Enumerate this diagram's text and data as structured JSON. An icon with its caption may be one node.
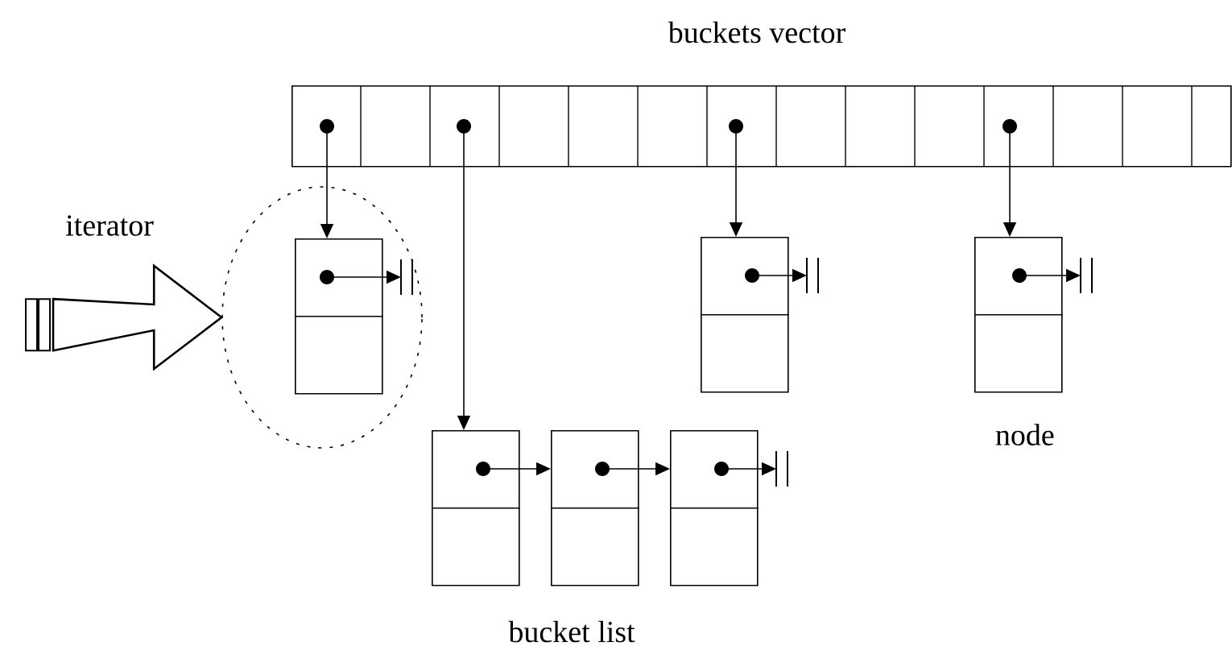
{
  "diagram": {
    "nodes": [
      {
        "text": [
          "buckets vector"
        ]
      },
      {
        "text": [
          "iterator"
        ]
      },
      {
        "text": [],
        "shape": "ellipse"
      },
      {
        "text": [],
        "shape": "box",
        "in": 2
      },
      {
        "text": [],
        "shape": "box"
      },
      {
        "text": [],
        "shape": "box",
        "beside": [
          "node"
        ]
      },
      {
        "text": [],
        "shape": "box"
      },
      {
        "text": [],
        "shape": "box"
      },
      {
        "text": [],
        "shape": "box"
      }
    ],
    "edges": [
      {
        "from": 0,
        "to": 3,
        "arrow": "to"
      },
      {
        "from": 0,
        "to": 6,
        "arrow": "to"
      },
      {
        "from": 0,
        "to": 4,
        "arrow": "to"
      },
      {
        "from": 0,
        "to": 5,
        "arrow": "to"
      },
      {
        "from": 6,
        "to": 7,
        "arrow": "to"
      },
      {
        "from": 7,
        "to": 8,
        "arrow": "to"
      },
      {
        "from": 3,
        "to": null,
        "arrow": "to"
      },
      {
        "from": 4,
        "to": null,
        "arrow": "to"
      },
      {
        "from": 5,
        "to": null,
        "arrow": "to"
      },
      {
        "from": 8,
        "to": null,
        "arrow": "to"
      },
      {
        "from": 1,
        "to": 2,
        "arrow": "to",
        "style": "thick"
      }
    ],
    "labels": [
      "bucket list"
    ]
  }
}
